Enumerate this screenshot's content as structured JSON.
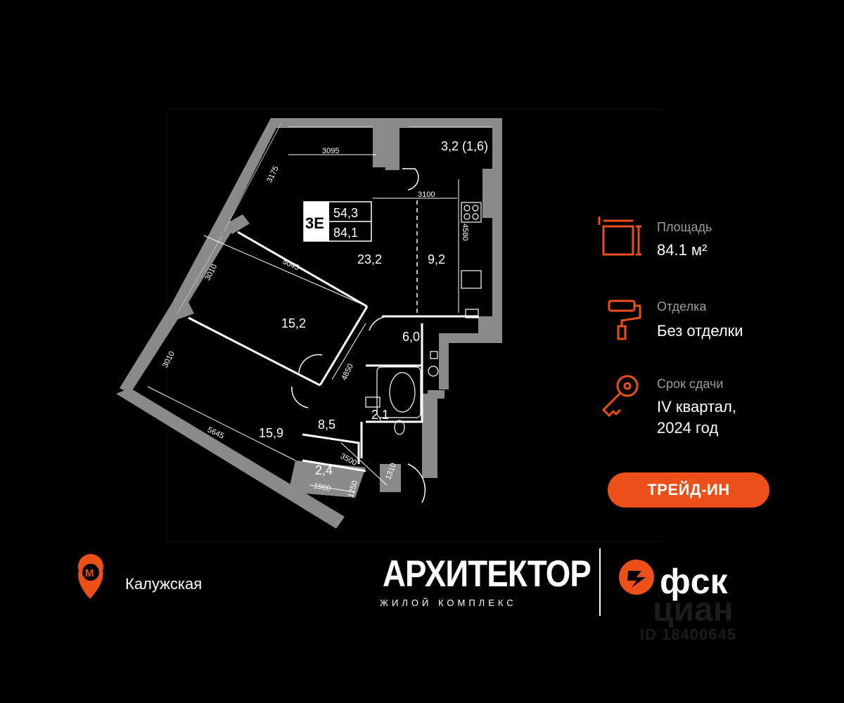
{
  "plan": {
    "building_label": "3E",
    "living_area": "54,3",
    "total_area": "84,1",
    "rooms": {
      "living_room": "23,2",
      "kitchen": "9,2",
      "bedroom_1": "15,2",
      "bedroom_2": "15,9",
      "hall": "6,0",
      "corridor": "8,5",
      "bathroom": "2,1",
      "storage": "2,4",
      "balcony": "3,2 (1,6)"
    },
    "dimensions": {
      "d3095": "3095",
      "d3175": "3175",
      "d3100": "3100",
      "d4580": "4580",
      "d3010a": "3010",
      "d5045": "5045",
      "d3010b": "3010",
      "d4850": "4850",
      "d5645": "5645",
      "d3500": "3500",
      "d1310": "1310",
      "d1900": "1900",
      "d1250": "1250"
    }
  },
  "info": {
    "area_label": "Площадь",
    "area_value": "84.1 м²",
    "finish_label": "Отделка",
    "finish_value": "Без отделки",
    "deadline_label": "Срок сдачи",
    "deadline_line1": "IV квартал,",
    "deadline_line2": "2024 год"
  },
  "trade_in_label": "ТРЕЙД-ИН",
  "metro": {
    "station": "Калужская",
    "logo_letter": "M"
  },
  "brand": {
    "name": "АРХИТЕКТОР",
    "subtitle": "ЖИЛОЙ КОМПЛЕКС"
  },
  "developer": {
    "name": "фск"
  },
  "watermark": {
    "name": "циан",
    "id": "ID 18400645"
  },
  "colors": {
    "accent": "#ec4f17",
    "wall": "#8a8a8a",
    "background": "#000000"
  }
}
